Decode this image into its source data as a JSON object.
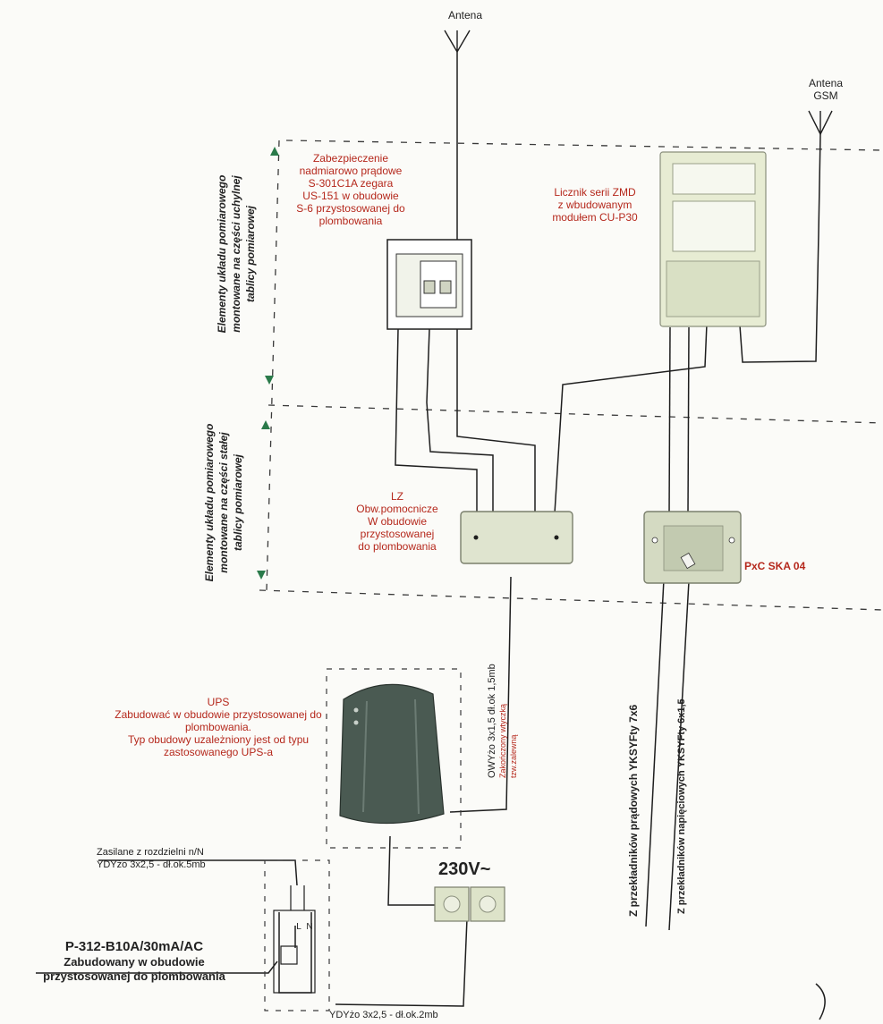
{
  "antenna_main_label": "Antena",
  "antenna_gsm_label": [
    "Antena",
    "GSM"
  ],
  "zone_upper_label": [
    "Elementy układu pomiarowego",
    "montowane na części uchylnej",
    "tablicy pomiarowej"
  ],
  "zone_lower_label": [
    "Elementy układu pomiarowego",
    "montowane na części stałej",
    "tablicy pomiarowej"
  ],
  "breaker_label": [
    "Zabezpieczenie",
    "nadmiarowo prądowe",
    "S-301C1A zegara",
    "US-151 w obudowie",
    "S-6 przystosowanej do",
    "plombowania"
  ],
  "meter_label": [
    "Licznik serii ZMD",
    "z wbudowanym",
    "modułem CU-P30"
  ],
  "aux_box_label": [
    "LZ",
    "Obw.pomocnicze",
    "W obudowie",
    "przystosowanej",
    "do plombowania"
  ],
  "pxc_label": "PxC SKA 04",
  "ups_label": [
    "UPS",
    "Zabudować w obudowie przystosowanej do",
    "plombowania.",
    "Typ obudowy uzależniony jest od typu",
    "zastosowanego UPS-a"
  ],
  "ups_cable_label": [
    "OWYżo 3x1,5 dł.ok 1,5mb",
    "Zakończony wtyczką",
    "tzw.zalewną"
  ],
  "current_transformer_cable": "Z przekładników prądowych YKSYFty 7x6",
  "voltage_transformer_cable": "Z przekładników napięciowych YKSYFty 6x1,5",
  "voltage_label": "230V~",
  "supply_label": [
    "Zasilane z rozdzielni n/N",
    "YDYżo 3x2,5 - dł.ok.5mb"
  ],
  "rcd_label": [
    "P-312-B10A/30mA/AC",
    "Zabudowany w obudowie",
    "przystosowanej do plombowania"
  ],
  "bottom_cable_label": "YDYżo 3x2,5 - dł.ok.2mb",
  "rcd_terminals": [
    "L",
    "N"
  ],
  "colors": {
    "line": "#1e1e1e",
    "dash": "#3a3a3a",
    "accent": "#b5281c",
    "meter_fill": "#e7ecd3",
    "box_fill": "#dfe4cf",
    "ups_fill": "#4a5a52"
  }
}
